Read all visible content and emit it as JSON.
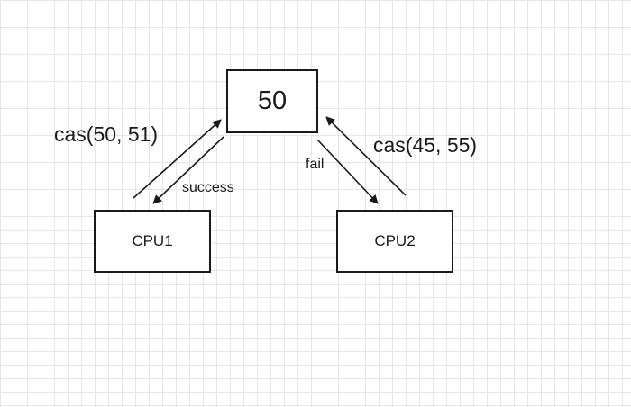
{
  "nodes": {
    "value": "50",
    "cpu1": "CPU1",
    "cpu2": "CPU2"
  },
  "edges": {
    "cpu1_request": "cas(50, 51)",
    "cpu1_response": "success",
    "cpu2_request": "cas(45, 55)",
    "cpu2_response": "fail"
  },
  "colors": {
    "stroke": "#1a1a1a",
    "grid": "#e6e6e6",
    "background": "#ffffff"
  }
}
